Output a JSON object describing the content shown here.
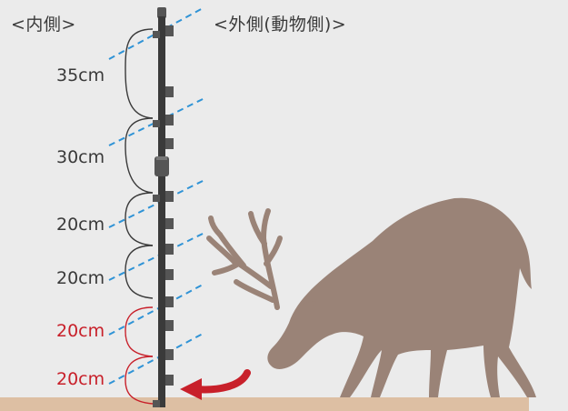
{
  "labels": {
    "inside": "<内側>",
    "outside": "<外側(動物側)>"
  },
  "spacings": [
    {
      "label": "35cm",
      "highlight": false
    },
    {
      "label": "30cm",
      "highlight": false
    },
    {
      "label": "20cm",
      "highlight": false
    },
    {
      "label": "20cm",
      "highlight": false
    },
    {
      "label": "20cm",
      "highlight": true
    },
    {
      "label": "20cm",
      "highlight": true
    }
  ],
  "colors": {
    "background": "#ebebeb",
    "ground": "#ddbfa3",
    "post": "#3a3a3a",
    "wire": "#2f93d6",
    "deer": "#9a8377",
    "highlight": "#c8202a",
    "text": "#3a3a3a"
  },
  "icons": {
    "animal": "deer-silhouette",
    "arrow": "curved-arrow-left"
  }
}
